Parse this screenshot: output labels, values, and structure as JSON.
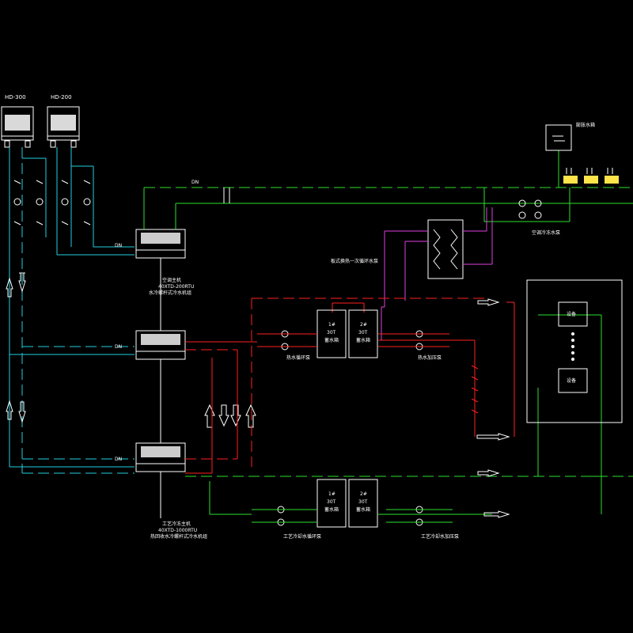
{
  "towers": [
    {
      "label": "HD-300"
    },
    {
      "label": "HD-200"
    }
  ],
  "labels": {
    "chiller_ac_1": "空调主机",
    "chiller_ac_2": "40XTD-200RTU",
    "chiller_ac_3": "水冷螺杆式冷水机组",
    "chiller_proc_1": "工艺冷冻主机",
    "chiller_proc_2": "40XTD-1000RTU",
    "chiller_proc_3": "热回收水冷螺杆式冷水机组",
    "hx_label": "板式换热一次循环水泵",
    "ac_pump": "空调冷冻水泵",
    "tank_top": "膨胀水箱",
    "tank1_a": "1#",
    "tank1_b": "30T",
    "tank1_c": "蓄水箱",
    "tank2_a": "2#",
    "tank2_b": "30T",
    "tank2_c": "蓄水箱",
    "tank3_a": "1#",
    "tank3_b": "30T",
    "tank3_c": "蓄水箱",
    "tank4_a": "2#",
    "tank4_b": "30T",
    "tank4_c": "蓄水箱",
    "hot_circ_pump": "热水循环泵",
    "hot_boost_pump": "热水加压泵",
    "proc_circ_pump": "工艺冷却水循环泵",
    "proc_boost_pump": "工艺冷却水加压泵",
    "equip_top": "设备",
    "equip_bottom": "设备",
    "pipe_tag": "DN"
  },
  "colors": {
    "background": "#000000",
    "cooling_water": "#1fd0e0",
    "chilled_water": "#2ce02c",
    "hot_water": "#ff2020",
    "hx_loop": "#e040e0",
    "outline": "#ffffff"
  }
}
